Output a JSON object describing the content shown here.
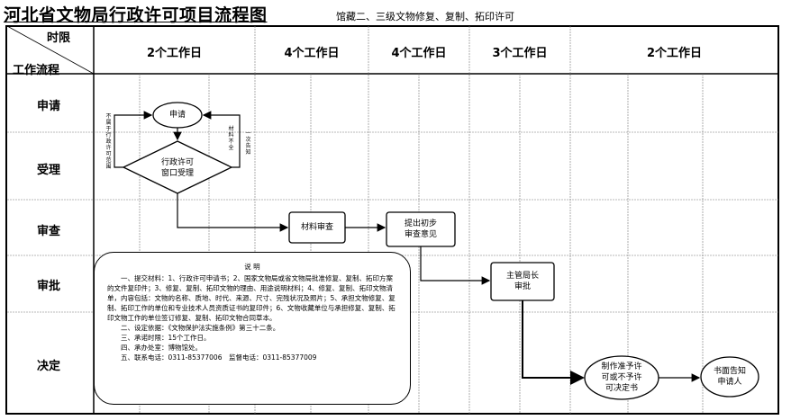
{
  "header": {
    "title": "河北省文物局行政许可项目流程图",
    "subtitle": "馆藏二、三级文物修复、复制、拓印许可"
  },
  "table": {
    "corner_top": "时限",
    "corner_bottom": "工作流程",
    "columns": [
      "2个工作日",
      "4个工作日",
      "4个工作日",
      "3个工作日",
      "2个工作日"
    ],
    "rows": [
      "申请",
      "受理",
      "审查",
      "审批",
      "决定"
    ]
  },
  "nodes": {
    "apply": "申请",
    "window_accept": "行政许可\n窗口受理",
    "material_review": "材料审查",
    "initial_opinion": "提出初步\n审查意见",
    "director_approval": "主管局长\n审批",
    "make_decision": "制作准予许\n可或不予许\n可决定书",
    "notify": "书面告知\n申请人"
  },
  "side_labels": {
    "left": "不属于行政许可范围",
    "right_a": "材料不全",
    "right_b": "一次告知"
  },
  "note": {
    "title": "说  明",
    "lines": [
      "　　一、提交材料：1、行政许可申请书；2、国家文物局或省文物局批准修复、复制、拓印方案的文件复印件；3、修复、复制、拓印文物的理由、用途说明材料；4、修复、复制、拓印文物清单，内容包括：文物的名称、质地、时代、来源、尺寸、完残状况及照片；5、承担文物修复、复制、拓印工作的单位和专业技术人员资质证书的复印件；6、文物收藏单位与承担修复、复制、拓印文物工作的单位签订修复、复制、拓印文物合同草本。",
      "　　二、设定依据：《文物保护法实施条例》第三十二条。",
      "　　三、承诺时限：15个工作日。",
      "　　四、承办处室：博物馆处。",
      "　　五、联系电话：0311-85377006　监督电话：0311-85377009"
    ]
  }
}
